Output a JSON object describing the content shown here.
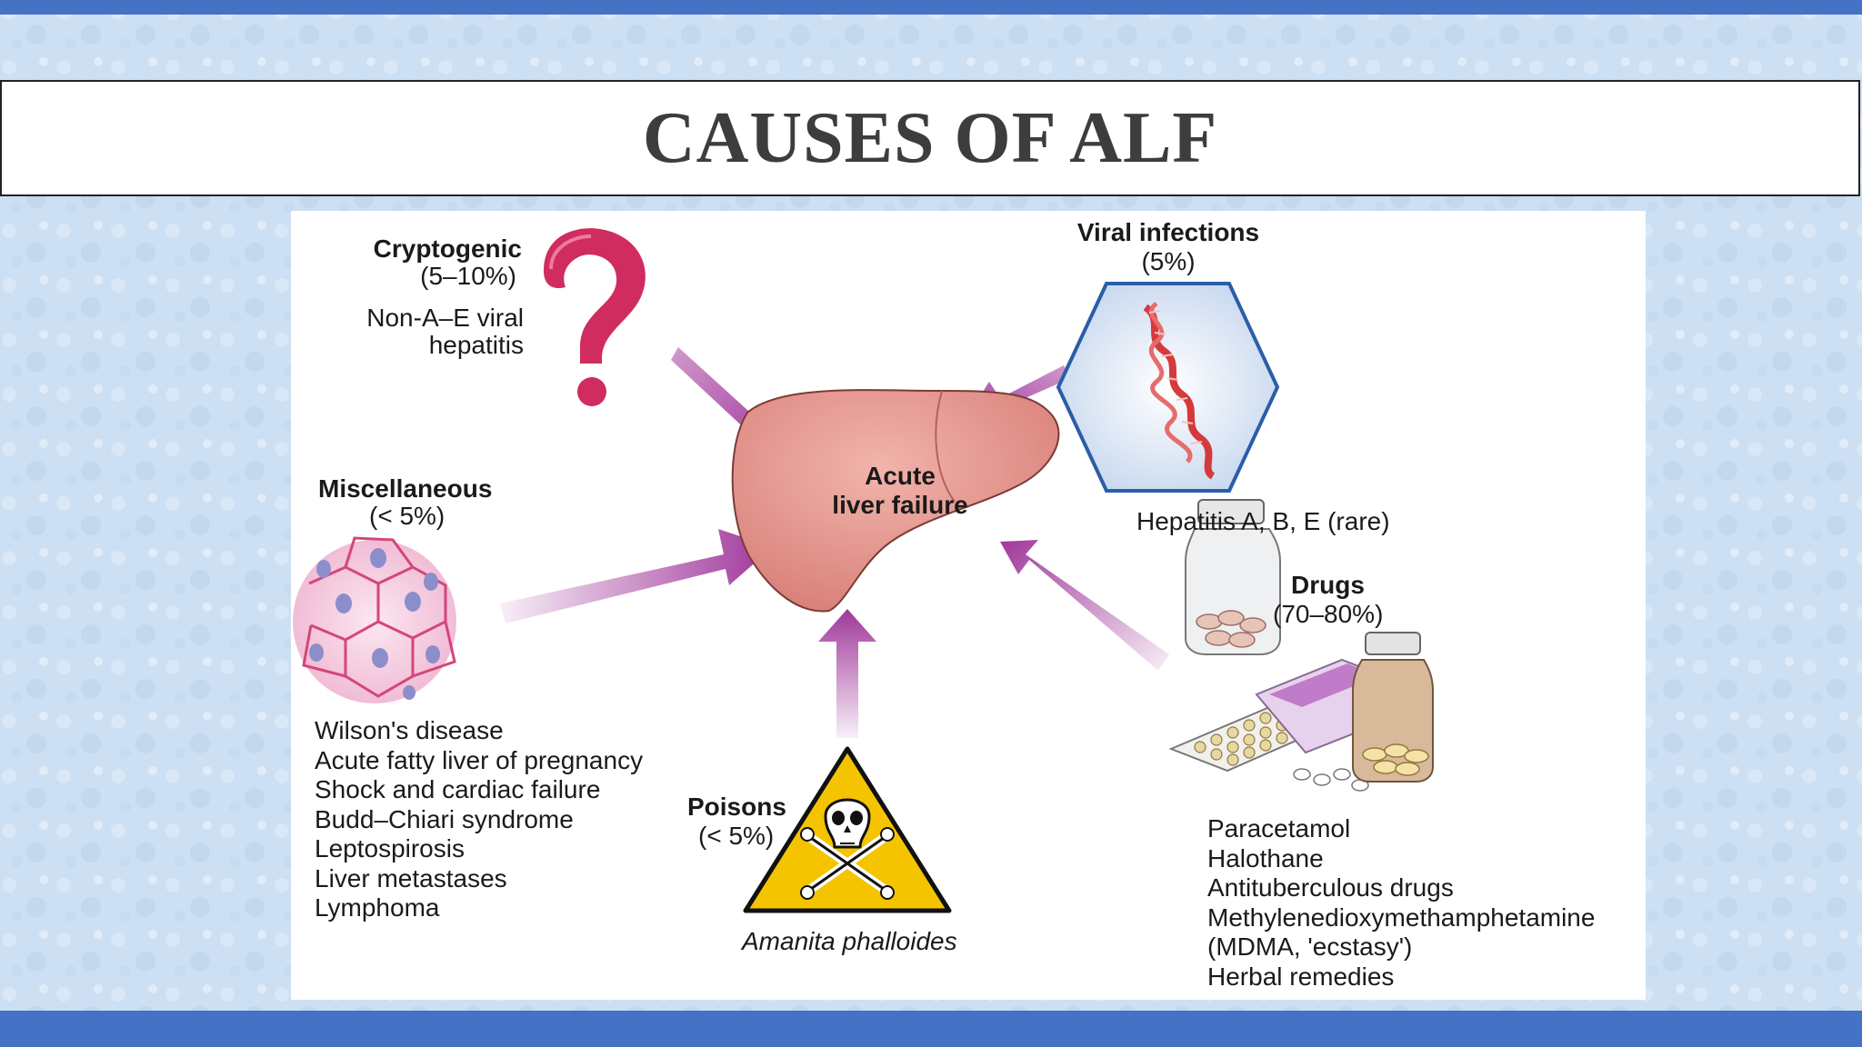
{
  "slide": {
    "title": "CAUSES OF ALF"
  },
  "diagram": {
    "center": {
      "line1": "Acute",
      "line2": "liver failure"
    },
    "cryptogenic": {
      "name": "Cryptogenic",
      "percent": "(5–10%)",
      "detail_line1": "Non-A–E viral",
      "detail_line2": "hepatitis",
      "icon": "question-mark-icon"
    },
    "viral": {
      "name": "Viral infections",
      "percent": "(5%)",
      "detail": "Hepatitis A, B, E (rare)",
      "icon": "virus-dna-icon"
    },
    "misc": {
      "name": "Miscellaneous",
      "percent": "(< 5%)",
      "icon": "liver-cells-icon",
      "items": [
        "Wilson's disease",
        "Acute fatty liver of pregnancy",
        "Shock and cardiac failure",
        "Budd–Chiari syndrome",
        "Leptospirosis",
        "Liver metastases",
        "Lymphoma"
      ]
    },
    "poisons": {
      "name": "Poisons",
      "percent": "(< 5%)",
      "detail": "Amanita phalloides",
      "icon": "skull-warning-icon"
    },
    "drugs": {
      "name": "Drugs",
      "percent": "(70–80%)",
      "icon": "pill-bottles-icon",
      "items": [
        "Paracetamol",
        "Halothane",
        "Antituberculous drugs",
        "Methylenedioxymethamphetamine",
        "(MDMA, 'ecstasy')",
        "Herbal remedies"
      ]
    }
  },
  "colors": {
    "band": "#4472c4",
    "arrow": "#a0379b",
    "liver": "#e0918a",
    "question": "#d02c5f",
    "warning": "#f5c400"
  }
}
